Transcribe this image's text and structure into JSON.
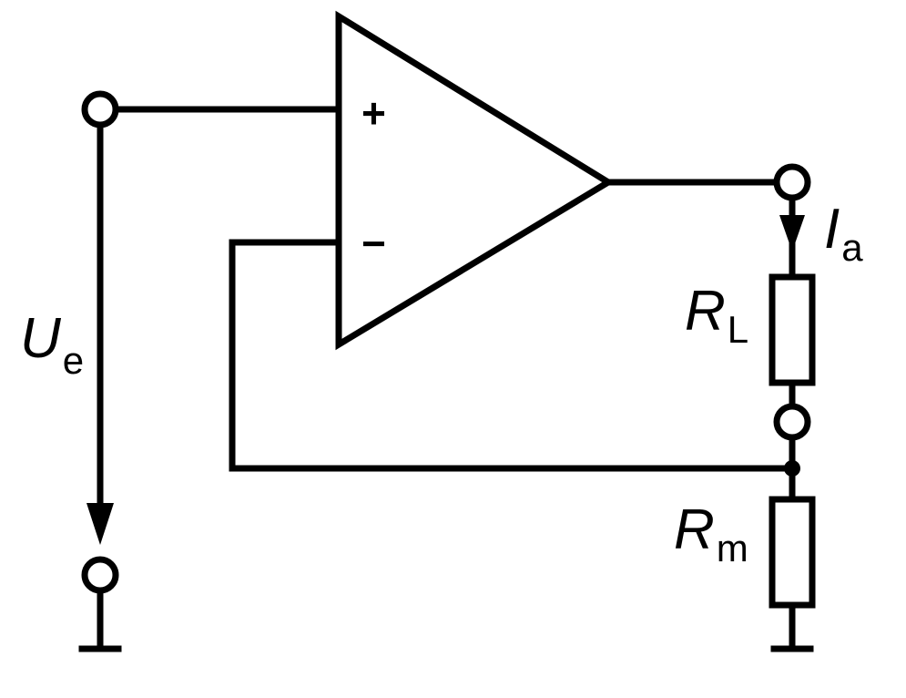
{
  "diagram": {
    "opamp": {
      "plus_sign": "+",
      "minus_sign": "−"
    },
    "input_voltage": {
      "symbol": "U",
      "subscript": "e"
    },
    "output_current": {
      "symbol": "I",
      "subscript": "a"
    },
    "load_resistor": {
      "symbol": "R",
      "subscript": "L"
    },
    "measure_resistor": {
      "symbol": "R",
      "subscript": "m"
    }
  }
}
